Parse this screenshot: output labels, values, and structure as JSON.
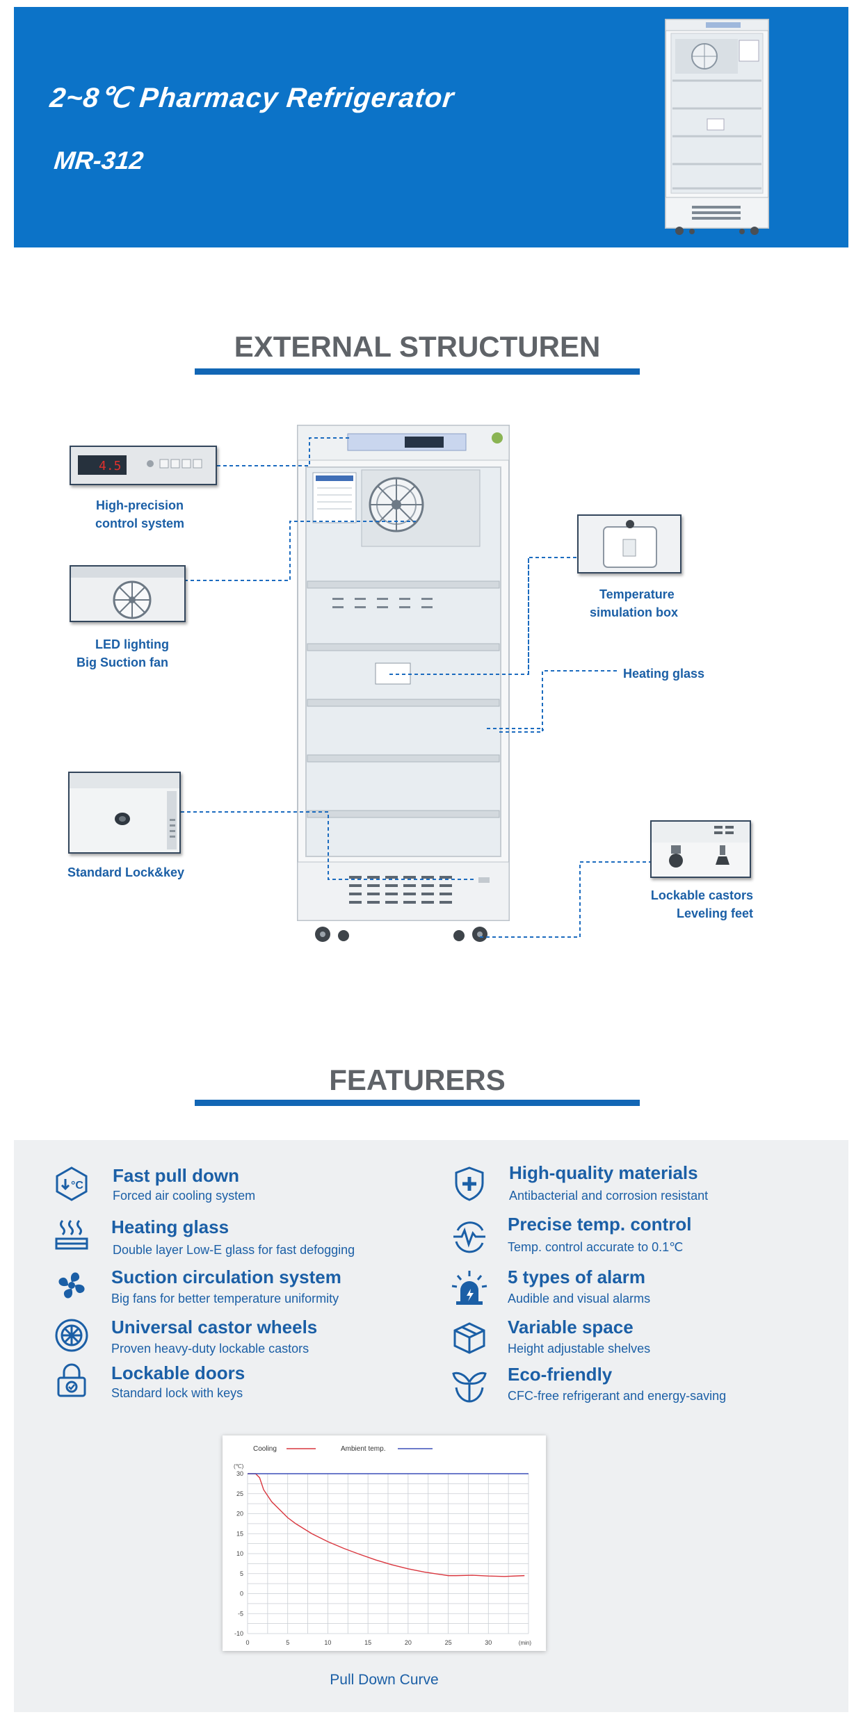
{
  "banner": {
    "title": "2~8℃  Pharmacy Refrigerator",
    "model": "MR-312",
    "background_color": "#0c73c8"
  },
  "external": {
    "heading": "EXTERNAL STRUCTUREN",
    "fridge_display_reading": "4.5",
    "callouts": {
      "control_system_1": "High-precision",
      "control_system_2": "control system",
      "led_lighting": "LED lighting",
      "suction_fan": "Big Suction fan",
      "standard_lock": "Standard Lock&key",
      "temperature_box_1": "Temperature",
      "temperature_box_2": "simulation box",
      "heating_glass": "Heating glass",
      "castors": "Lockable castors",
      "leveling_feet": "Leveling feet"
    }
  },
  "features": {
    "heading": "FEATURERS",
    "items": [
      {
        "title": "Fast pull down",
        "desc": "Forced air cooling system",
        "icon": "thermometer-down-icon"
      },
      {
        "title": "Heating glass",
        "desc": "Double layer Low-E glass for fast defogging",
        "icon": "heating-glass-icon"
      },
      {
        "title": "Suction circulation system",
        "desc": "Big fans for better temperature uniformity",
        "icon": "fan-icon"
      },
      {
        "title": "Universal castor wheels",
        "desc": "Proven heavy-duty lockable castors",
        "icon": "wheel-icon"
      },
      {
        "title": "Lockable doors",
        "desc": "Standard lock with keys",
        "icon": "lock-icon"
      },
      {
        "title": "High-quality materials",
        "desc": "Antibacterial and corrosion resistant",
        "icon": "shield-plus-icon"
      },
      {
        "title": "Precise temp. control",
        "desc": "Temp. control  accurate to 0.1℃",
        "icon": "pulse-icon"
      },
      {
        "title": "5 types of alarm",
        "desc": "Audible and visual alarms",
        "icon": "alarm-icon"
      },
      {
        "title": "Variable space",
        "desc": "Height adjustable shelves",
        "icon": "box-icon"
      },
      {
        "title": "Eco-friendly",
        "desc": "CFC-free refrigerant and energy-saving",
        "icon": "leaf-icon"
      }
    ]
  },
  "chart_data": {
    "type": "line",
    "caption": "Pull Down Curve",
    "y_unit": "(℃)",
    "x_unit": "(min)",
    "xlim": [
      0,
      35
    ],
    "ylim": [
      -10,
      30
    ],
    "x_ticks": [
      "0",
      "5",
      "10",
      "15",
      "20",
      "25",
      "30"
    ],
    "y_ticks": [
      "30",
      "25",
      "20",
      "15",
      "10",
      "5",
      "0",
      "-5",
      "-10"
    ],
    "grid": true,
    "legend_placement": "top",
    "series": [
      {
        "name": "Cooling",
        "color": "#d9363e",
        "x": [
          0,
          1,
          1.5,
          2,
          3,
          4,
          5,
          6,
          8,
          10,
          12,
          14,
          16,
          18,
          20,
          22,
          24,
          25,
          26,
          28,
          30,
          32,
          34.5
        ],
        "y": [
          30,
          30,
          29,
          26,
          23,
          21,
          19,
          17.5,
          15,
          13,
          11.3,
          9.8,
          8.4,
          7.2,
          6.2,
          5.4,
          4.8,
          4.5,
          4.5,
          4.6,
          4.4,
          4.3,
          4.5
        ]
      },
      {
        "name": "Ambient temp.",
        "color": "#3b4fb8",
        "x": [
          0,
          35
        ],
        "y": [
          30,
          30
        ]
      }
    ]
  }
}
